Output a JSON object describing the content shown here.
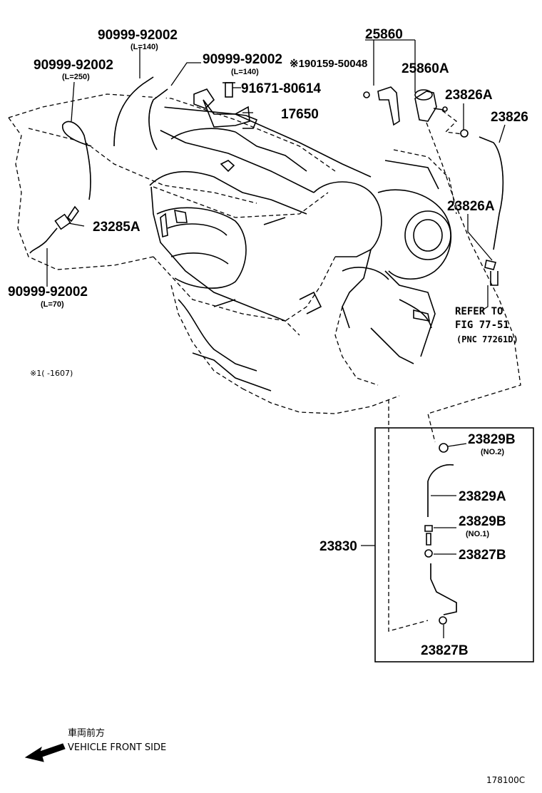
{
  "labels": {
    "p_90999_92002_a": "90999-92002",
    "p_90999_92002_a_len": "(L=140)",
    "p_90999_92002_b": "90999-92002",
    "p_90999_92002_b_len": "(L=250)",
    "p_90999_92002_c": "90999-92002",
    "p_90999_92002_c_len": "(L=140)",
    "p_90999_92002_d": "90999-92002",
    "p_90999_92002_d_len": "(L=70)",
    "p_25860": "25860",
    "p_90159_50048": "※190159-50048",
    "p_25860A": "25860A",
    "p_91671_80614": "91671-80614",
    "p_17650": "17650",
    "p_23826A_top": "23826A",
    "p_23826": "23826",
    "p_23826A_mid": "23826A",
    "p_23285A": "23285A",
    "refer_1": "REFER TO",
    "refer_2": "FIG 77-51",
    "refer_3": "(PNC 77261D)",
    "footnote": "※1(     -1607)",
    "p_23829B_top": "23829B",
    "p_23829B_top_sub": "(NO.2)",
    "p_23829A": "23829A",
    "p_23829B_mid": "23829B",
    "p_23829B_mid_sub": "(NO.1)",
    "p_23827B_mid": "23827B",
    "p_23830": "23830",
    "p_23827B_bot": "23827B",
    "front_jp": "車両前方",
    "front_en": "VEHICLE FRONT SIDE",
    "figure_id": "178100C"
  }
}
